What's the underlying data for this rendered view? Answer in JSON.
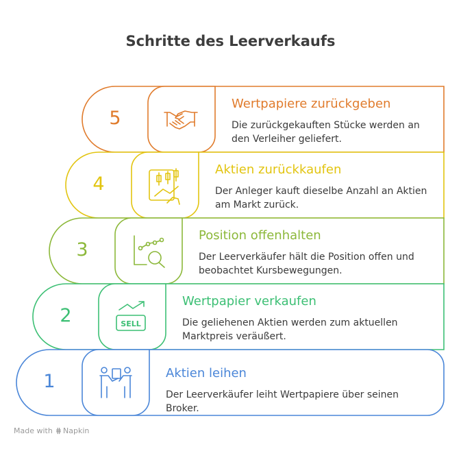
{
  "title": "Schritte des Leerverkaufs",
  "steps": [
    {
      "number": "5",
      "title": "Wertpapiere zurückgeben",
      "description": "Die zurückgekauften Stücke werden an den Verleiher geliefert.",
      "icon": "handshake-icon",
      "color": "#e07b2c"
    },
    {
      "number": "4",
      "title": "Aktien zurückkaufen",
      "description": "Der Anleger kauft dieselbe Anzahl an Aktien am Markt zurück.",
      "icon": "stock-chart-icon",
      "color": "#e2c40f"
    },
    {
      "number": "3",
      "title": "Position offenhalten",
      "description": "Der Leerverkäufer hält die Position offen und beobachtet Kursbewegungen.",
      "icon": "chart-magnifier-icon",
      "color": "#8cb83a"
    },
    {
      "number": "2",
      "title": "Wertpapier verkaufen",
      "description": "Die geliehenen Aktien werden zum aktuellen Marktpreis veräußert.",
      "icon": "sell-icon",
      "color": "#3cbf74"
    },
    {
      "number": "1",
      "title": "Aktien leihen",
      "description": "Der Leerverkäufer leiht Wertpapiere über seinen Broker.",
      "icon": "handover-icon",
      "color": "#4a86d8"
    }
  ],
  "sell_icon_text": "SELL",
  "footer": {
    "prefix": "Made with",
    "brand": "Napkin"
  }
}
